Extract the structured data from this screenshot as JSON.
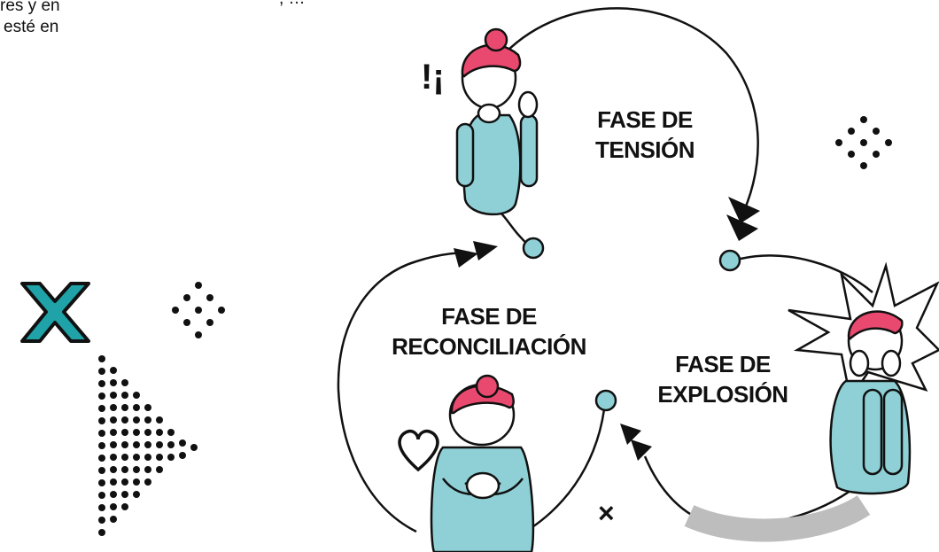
{
  "top_text": {
    "line1": "res y en",
    "line2": "esté en",
    "line1_extra": ", …"
  },
  "phases": {
    "tension": {
      "line1": "FASE DE",
      "line2": "TENSIÓN"
    },
    "reconciliation": {
      "line1": "FASE DE",
      "line2": "RECONCILIACIÓN"
    },
    "explosion": {
      "line1": "FASE DE",
      "line2": "EXPLOSIÓN"
    }
  },
  "symbols": {
    "alarm": "!¡",
    "small_x": "×"
  },
  "colors": {
    "hair": "#e9496f",
    "body": "#8fd0d6",
    "teal_x": "#1fa3a8",
    "grey_arc": "#bdbdbd",
    "outline": "#111111"
  },
  "icons": [
    "heart-icon",
    "x-icon",
    "dot-pattern-icon",
    "burst-icon",
    "arrowhead-icon"
  ]
}
